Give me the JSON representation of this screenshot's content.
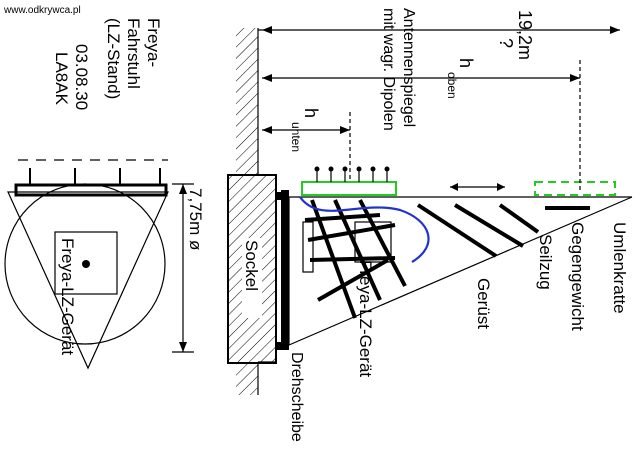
{
  "watermark": "www.odkrywca.pl",
  "left": {
    "title_lines": [
      "Freya-",
      "Fahrstuhl",
      "(LZ-Stand)"
    ],
    "date": "03.08.30",
    "code": "LA8AK",
    "device_label": "Freya-LZ-Gerät",
    "diameter_label": "7,75m ø"
  },
  "right": {
    "antenna_label_lines": [
      "Antennenspiegel",
      "mit wagr. Dipolen"
    ],
    "h_unten_h": "h",
    "h_unten_sub": "unten",
    "h_oben_h": "h",
    "h_oben_sub": "oben",
    "height_value": "19,2m",
    "height_question": "?",
    "sockel": "Sockel",
    "device": "Freya-LZ-Gerät",
    "geruest": "Gerüst",
    "seilzug": "Seilzug",
    "gegengewicht": "Gegengewicht",
    "umlenkratte": "Umlenkratte",
    "drehscheibe": "Drehscheibe"
  },
  "colors": {
    "antenna_green": "#22cc22",
    "cable_blue": "#2233cc",
    "line": "#000000"
  }
}
